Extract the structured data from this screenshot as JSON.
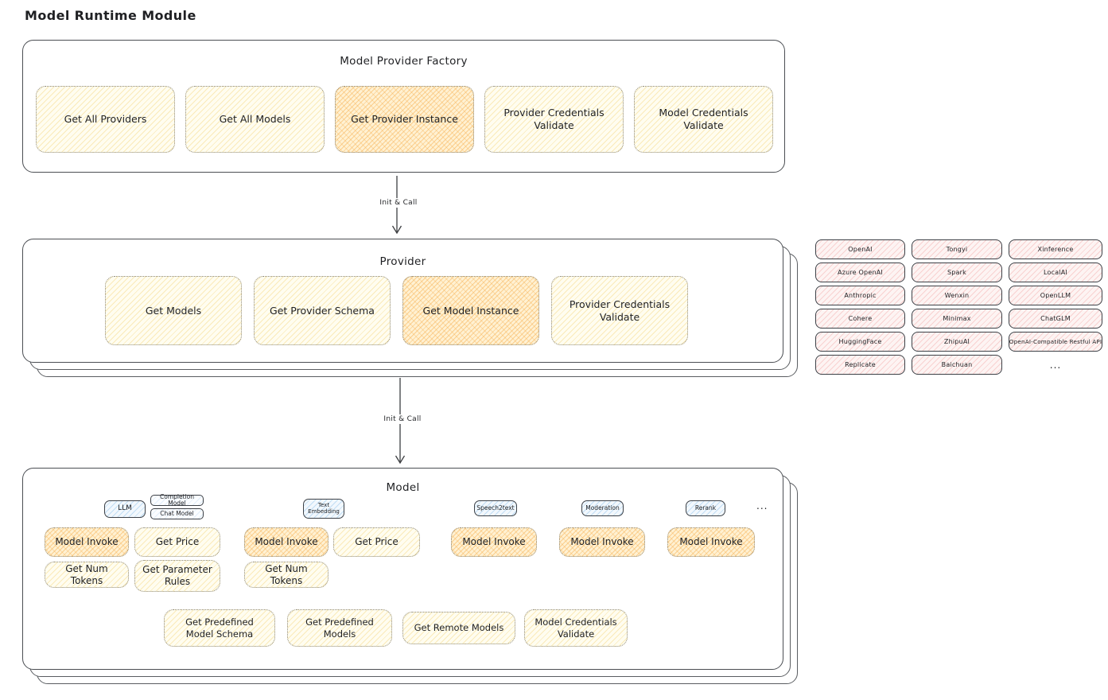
{
  "title": "Model Runtime Module",
  "arrow_label": "Init & Call",
  "factory": {
    "title": "Model Provider Factory",
    "buttons": [
      "Get All Providers",
      "Get All Models",
      "Get Provider Instance",
      "Provider Credentials Validate",
      "Model Credentials Validate"
    ]
  },
  "provider": {
    "title": "Provider",
    "buttons": [
      "Get Models",
      "Get Provider Schema",
      "Get Model Instance",
      "Provider Credentials Validate"
    ]
  },
  "providers_grid": {
    "rows": [
      [
        "OpenAI",
        "Tongyi",
        "Xinference"
      ],
      [
        "Azure OpenAI",
        "Spark",
        "LocalAI"
      ],
      [
        "Anthropic",
        "Wenxin",
        "OpenLLM"
      ],
      [
        "Cohere",
        "Minimax",
        "ChatGLM"
      ],
      [
        "HuggingFace",
        "ZhipuAI",
        "OpenAI-Compatible Restful API"
      ],
      [
        "Replicate",
        "Baichuan"
      ]
    ],
    "more": "..."
  },
  "model": {
    "title": "Model",
    "tabs": {
      "llm": "LLM",
      "completion": "Completion Model",
      "chat": "Chat Model",
      "text_embedding": "Text Embedding",
      "speech2text": "Speech2text",
      "moderation": "Moderation",
      "rerank": "Rerank",
      "more": "..."
    },
    "buttons": {
      "model_invoke": "Model Invoke",
      "get_price": "Get Price",
      "get_num_tokens": "Get Num Tokens",
      "get_parameter_rules": "Get Parameter Rules",
      "get_predefined_model_schema": "Get Predefined Model Schema",
      "get_predefined_models": "Get Predefined Models",
      "get_remote_models": "Get Remote Models",
      "model_credentials_validate": "Model Credentials Validate"
    }
  },
  "colors": {
    "stroke": "#4b4e53",
    "yellow_fill": "#fffdf0",
    "yellow_hatch": "#f5d882",
    "orange_fill": "#fff1d2",
    "orange_hatch": "#f7b255",
    "pink_fill": "#fdf4f3",
    "pink_hatch": "#f3a6a6",
    "blue_fill": "#f2f8fd",
    "blue_hatch": "#90c3eb"
  }
}
